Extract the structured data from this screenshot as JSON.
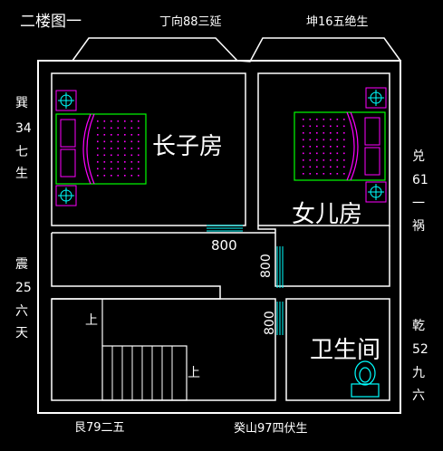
{
  "title": "二楼图一",
  "top_labels": {
    "left": "丁向88三延",
    "right": "坤16五绝生"
  },
  "left_labels": [
    {
      "lines": [
        "巽",
        "34",
        "七",
        "生"
      ]
    },
    {
      "lines": [
        "震",
        "25",
        "六",
        "天"
      ]
    }
  ],
  "right_labels": [
    {
      "lines": [
        "兑",
        "61",
        "一",
        "祸"
      ]
    },
    {
      "lines": [
        "乾",
        "52",
        "九",
        "六"
      ]
    }
  ],
  "bottom_labels": {
    "left": "艮79二五",
    "right": "癸山97四伏生"
  },
  "rooms": {
    "elder_son": "长子房",
    "daughter": "女儿房",
    "bathroom": "卫生间"
  },
  "dimensions": {
    "door1": "800",
    "door2": "800",
    "door3": "800"
  },
  "stairs": {
    "up1": "上",
    "up2": "上"
  },
  "colors": {
    "wall": "#ffffff",
    "bed": "#00ff00",
    "dots": "#ff00ff",
    "arc": "#ff00ff",
    "lamp": "#00ffff",
    "door": "#00ffff",
    "toilet": "#00ffff"
  }
}
